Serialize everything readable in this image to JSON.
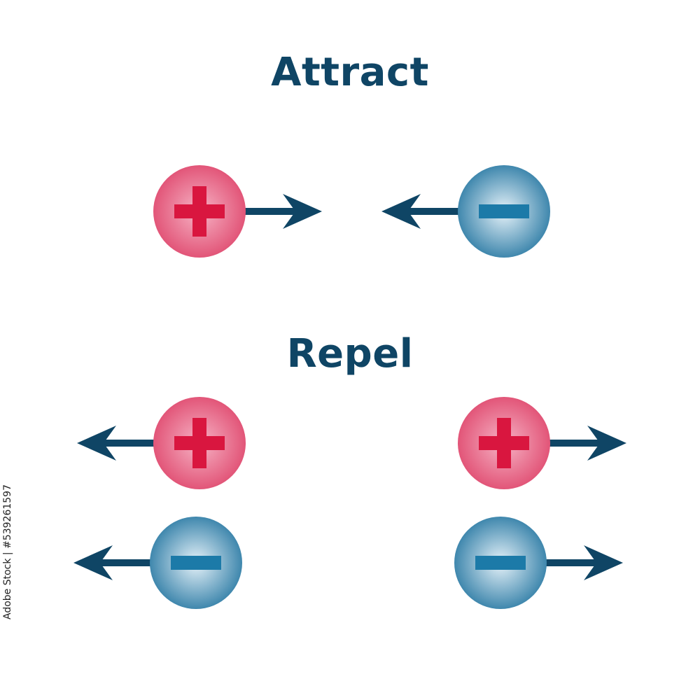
{
  "colors": {
    "heading": "#0f4565",
    "arrow": "#0f4565",
    "positive_light": "#f6b3c5",
    "positive_dark": "#e25578",
    "positive_sign": "#d9163f",
    "negative_light": "#e6f2f9",
    "negative_dark": "#3f87ad",
    "negative_sign": "#1c7aa8",
    "side_text": "#222222"
  },
  "titles": {
    "attract": "Attract",
    "repel": "Repel"
  },
  "side_text": "Adobe Stock | #539261597",
  "groups": [
    {
      "name": "attract",
      "particles": [
        {
          "charge": "positive",
          "icon": "plus-icon",
          "arrow": "right"
        },
        {
          "charge": "negative",
          "icon": "minus-icon",
          "arrow": "left"
        }
      ]
    },
    {
      "name": "repel",
      "particles": [
        {
          "charge": "positive",
          "icon": "plus-icon",
          "arrow": "left"
        },
        {
          "charge": "positive",
          "icon": "plus-icon",
          "arrow": "right"
        },
        {
          "charge": "negative",
          "icon": "minus-icon",
          "arrow": "left"
        },
        {
          "charge": "negative",
          "icon": "minus-icon",
          "arrow": "right"
        }
      ]
    }
  ]
}
